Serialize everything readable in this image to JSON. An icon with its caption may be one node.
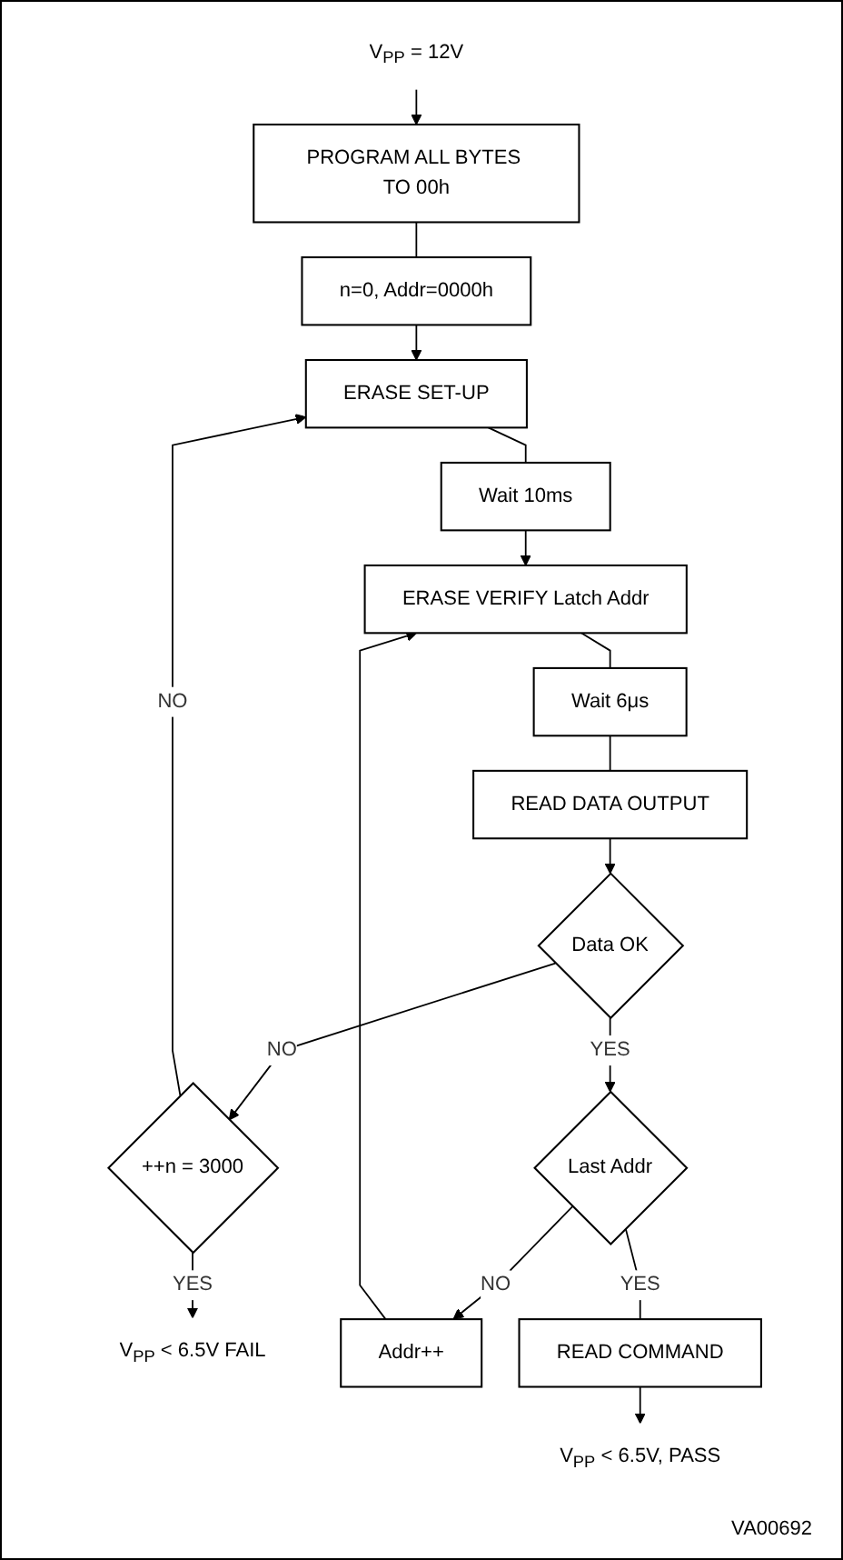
{
  "diagram": {
    "nodes": [
      {
        "text": [
          "V$_{PP}$ = 12V"
        ]
      },
      {
        "text": [
          "PROGRAM ALL BYTES TO 00h"
        ]
      },
      {
        "text": [
          "n=0, Addr=0000h"
        ]
      },
      {
        "text": [
          "ERASE SET-UP"
        ]
      },
      {
        "text": [
          "Wait 10ms"
        ]
      },
      {
        "text": [
          "ERASE VERIFY Latch Addr"
        ]
      },
      {
        "text": [
          "Wait 6μs"
        ]
      },
      {
        "text": [
          "READ DATA OUTPUT"
        ]
      },
      {
        "text": [
          "Data OK"
        ]
      },
      {
        "text": [
          "++n = 3000"
        ]
      },
      {
        "text": [
          "V$_{PP}$ < 6.5V FAIL"
        ]
      },
      {
        "text": [
          "Addr++"
        ]
      },
      {
        "text": [
          "Last Addr"
        ]
      },
      {
        "text": [
          "READ COMMAND"
        ]
      },
      {
        "text": [
          "V$_{PP}$ < 6.5V, PASS"
        ]
      }
    ],
    "edges": [
      {
        "from": 0,
        "to": 1,
        "arrow": "to"
      },
      {
        "from": 1,
        "to": 2,
        "arrow": "none"
      },
      {
        "from": 2,
        "to": 3,
        "arrow": "to"
      },
      {
        "from": 3,
        "to": 4,
        "arrow": "none"
      },
      {
        "from": 4,
        "to": 5,
        "arrow": "to"
      },
      {
        "from": 5,
        "to": 6,
        "arrow": "none"
      },
      {
        "from": 6,
        "to": 7,
        "arrow": "none"
      },
      {
        "from": 7,
        "to": 8,
        "arrow": "to"
      },
      {
        "from": 8,
        "to": 9,
        "arrow": "to",
        "label": "NO"
      },
      {
        "from": 9,
        "to": 3,
        "arrow": "to",
        "label": "NO"
      },
      {
        "from": 9,
        "to": 10,
        "arrow": "to",
        "label": "YES"
      },
      {
        "from": 8,
        "to": 12,
        "arrow": "to",
        "label": "YES"
      },
      {
        "from": 12,
        "to": 11,
        "arrow": "to",
        "label": "NO"
      },
      {
        "from": 11,
        "to": 5,
        "arrow": "to"
      },
      {
        "from": 12,
        "to": 13,
        "arrow": "none",
        "label": "YES"
      },
      {
        "from": 13,
        "to": 14,
        "arrow": "to"
      }
    ],
    "labels": [
      "VA00692"
    ]
  }
}
